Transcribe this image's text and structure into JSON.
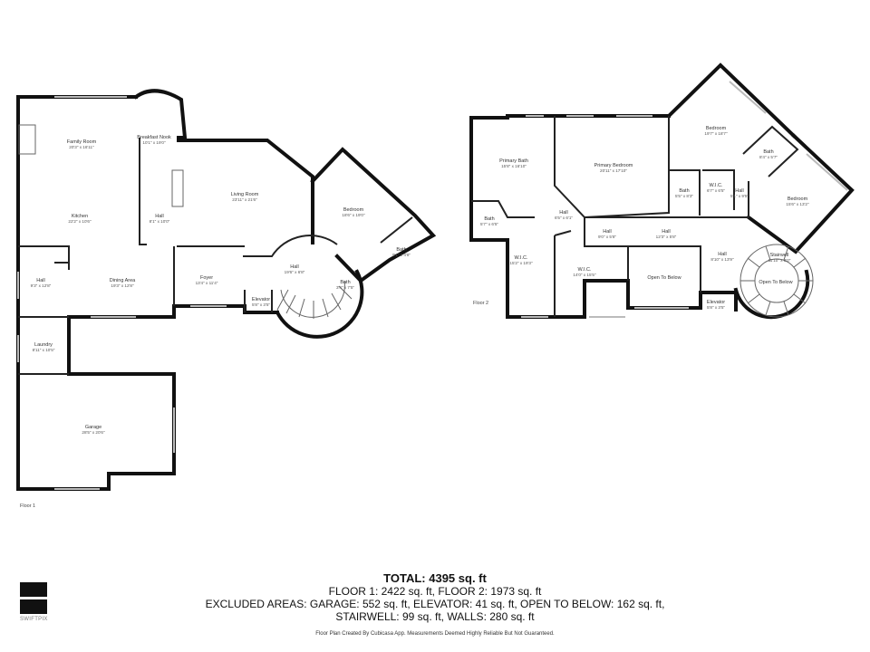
{
  "floors": [
    {
      "label": "Floor 1",
      "rooms": [
        {
          "id": "family-room",
          "name": "Family Room",
          "dim": "20'3\" x 16'11\""
        },
        {
          "id": "breakfast-nook",
          "name": "Breakfast Nook",
          "dim": "10'1\" x 19'0\""
        },
        {
          "id": "kitchen",
          "name": "Kitchen",
          "dim": "22'2\" x 10'6\""
        },
        {
          "id": "hall-a",
          "name": "Hall",
          "dim": "8'1\" x 10'0\""
        },
        {
          "id": "living-room",
          "name": "Living Room",
          "dim": "23'11\" x 21'6\""
        },
        {
          "id": "bedroom-1",
          "name": "Bedroom",
          "dim": "18'6\" x 19'0\""
        },
        {
          "id": "bath-1",
          "name": "Bath",
          "dim": "9'1\" x 4'8\""
        },
        {
          "id": "hall-b",
          "name": "Hall",
          "dim": "19'6\" x 6'8\""
        },
        {
          "id": "bath-2",
          "name": "Bath",
          "dim": "3'4\" x 7'5\""
        },
        {
          "id": "hall-c",
          "name": "Hall",
          "dim": "9'3\" x 12'8\""
        },
        {
          "id": "dining-area",
          "name": "Dining Area",
          "dim": "19'3\" x 12'8\""
        },
        {
          "id": "foyer",
          "name": "Foyer",
          "dim": "13'4\" x 11'4\""
        },
        {
          "id": "elevator-1",
          "name": "Elevator",
          "dim": "5'8\" x 3'5\""
        },
        {
          "id": "laundry",
          "name": "Laundry",
          "dim": "8'11\" x 10'5\""
        },
        {
          "id": "garage",
          "name": "Garage",
          "dim": "28'5\" x 20'6\""
        }
      ]
    },
    {
      "label": "Floor 2",
      "rooms": [
        {
          "id": "primary-bath",
          "name": "Primary Bath",
          "dim": "15'8\" x 16'10\""
        },
        {
          "id": "primary-bedroom",
          "name": "Primary Bedroom",
          "dim": "20'11\" x 17'10\""
        },
        {
          "id": "bedroom-2",
          "name": "Bedroom",
          "dim": "19'7\" x 18'7\""
        },
        {
          "id": "bath-3",
          "name": "Bath",
          "dim": "8'4\" x 5'7\""
        },
        {
          "id": "wic-1",
          "name": "W.I.C.",
          "dim": "6'7\" x 6'5\""
        },
        {
          "id": "bath-4",
          "name": "Bath",
          "dim": "5'5\" x 8'3\""
        },
        {
          "id": "hall-d",
          "name": "Hall",
          "dim": "5'1\" x 9'5\""
        },
        {
          "id": "bedroom-3",
          "name": "Bedroom",
          "dim": "15'6\" x 13'2\""
        },
        {
          "id": "bath-5",
          "name": "Bath",
          "dim": "5'7\" x 6'5\""
        },
        {
          "id": "hall-e",
          "name": "Hall",
          "dim": "6'5\" x 6'1\""
        },
        {
          "id": "hall-f",
          "name": "Hall",
          "dim": "9'0\" x 5'8\""
        },
        {
          "id": "hall-g",
          "name": "Hall",
          "dim": "12'3\" x 5'8\""
        },
        {
          "id": "wic-2",
          "name": "W.I.C.",
          "dim": "15'2\" x 19'3\""
        },
        {
          "id": "wic-3",
          "name": "W.I.C.",
          "dim": "14'0\" x 15'5\""
        },
        {
          "id": "hall-h",
          "name": "Hall",
          "dim": "8'10\" x 13'9\""
        },
        {
          "id": "stairwell",
          "name": "Stairwell",
          "dim": "11'10\" x 8'0\""
        },
        {
          "id": "open-to-below-1",
          "name": "Open To Below",
          "dim": ""
        },
        {
          "id": "open-to-below-2",
          "name": "Open To Below",
          "dim": ""
        },
        {
          "id": "elevator-2",
          "name": "Elevator",
          "dim": "5'8\" x 3'5\""
        }
      ]
    }
  ],
  "summary": {
    "total": "TOTAL: 4395 sq. ft",
    "floors": "FLOOR 1: 2422 sq. ft, FLOOR 2: 1973 sq. ft",
    "excluded_1": "EXCLUDED AREAS: GARAGE: 552 sq. ft, ELEVATOR: 41 sq. ft, OPEN TO BELOW: 162 sq. ft,",
    "excluded_2": "STAIRWELL: 99 sq. ft, WALLS: 280 sq. ft"
  },
  "footer": "Floor Plan Created By Cubicasa App. Measurements Deemed Highly Reliable But Not Guaranteed.",
  "logo_text": "SWIFTPIX"
}
